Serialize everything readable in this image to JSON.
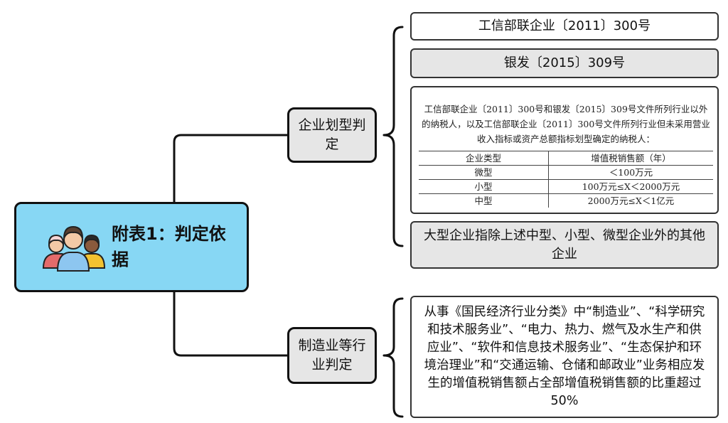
{
  "root": {
    "title": "附表1：判定依据",
    "icon": "people-group-icon",
    "color": "#87d7f4"
  },
  "branches": [
    {
      "label": "企业划型判定",
      "leaves": [
        "工信部联企业〔2011〕300号",
        "银发〔2015〕309号"
      ],
      "doc": {
        "paragraph": "工信部联企业〔2011〕300号和银发〔2015〕309号文件所列行业以外的纳税人，以及工信部联企业〔2011〕300号文件所列行业但未采用营业收入指标或资产总额指标划型确定的纳税人：",
        "table": {
          "headers": [
            "企业类型",
            "增值税销售额（年）"
          ],
          "rows": [
            [
              "微型",
              "＜100万元"
            ],
            [
              "小型",
              "100万元≤X＜2000万元"
            ],
            [
              "中型",
              "2000万元≤X＜1亿元"
            ]
          ]
        }
      },
      "note": "大型企业指除上述中型、小型、微型企业外的其他企业"
    },
    {
      "label": "制造业等行业判定",
      "description": "从事《国民经济行业分类》中“制造业”、“科学研究和技术服务业”、“电力、热力、燃气及水生产和供应业”、“软件和信息技术服务业”、“生态保护和环境治理业”和“交通运输、仓储和邮政业”业务相应发生的增值税销售额占全部增值税销售额的比重超过50%"
    }
  ],
  "colors": {
    "branch_fill": "#e6e6e6",
    "border": "#111111"
  }
}
